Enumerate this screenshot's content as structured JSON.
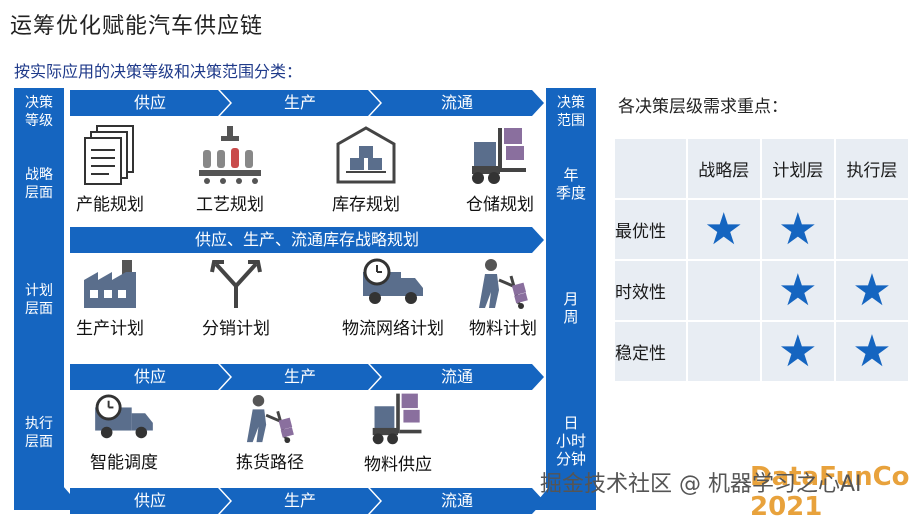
{
  "title": "运筹优化赋能汽车供应链",
  "subtitle": "按实际应用的决策等级和决策范围分类：",
  "left_column": {
    "header": [
      "决策",
      "等级"
    ],
    "levels": [
      [
        "战略",
        "层面"
      ],
      [
        "计划",
        "层面"
      ],
      [
        "执行",
        "层面"
      ]
    ]
  },
  "right_column": {
    "header": [
      "决策",
      "范围"
    ],
    "ranges": [
      [
        "年",
        "季度"
      ],
      [
        "月",
        "周"
      ],
      [
        "日",
        "小时",
        "分钟"
      ]
    ]
  },
  "flow_bar_1": [
    "供应",
    "生产",
    "流通"
  ],
  "strategic_items": [
    {
      "label": "产能规划",
      "icon": "documents-icon"
    },
    {
      "label": "工艺规划",
      "icon": "assembly-line-icon"
    },
    {
      "label": "库存规划",
      "icon": "warehouse-icon"
    },
    {
      "label": "仓储规划",
      "icon": "forklift-icon"
    }
  ],
  "strategic_bar": "供应、生产、流通库存战略规划",
  "planning_items": [
    {
      "label": "生产计划",
      "icon": "factory-icon"
    },
    {
      "label": "分销计划",
      "icon": "split-arrow-icon"
    },
    {
      "label": "物流网络计划",
      "icon": "delivery-truck-icon"
    },
    {
      "label": "物料计划",
      "icon": "hand-truck-worker-icon"
    }
  ],
  "flow_bar_2": [
    "供应",
    "生产",
    "流通"
  ],
  "execution_items": [
    {
      "label": "智能调度",
      "icon": "delivery-truck-icon"
    },
    {
      "label": "拣货路径",
      "icon": "hand-truck-worker-icon"
    },
    {
      "label": "物料供应",
      "icon": "forklift-icon"
    }
  ],
  "flow_bar_3": [
    "供应",
    "生产",
    "流通"
  ],
  "requirements": {
    "title": "各决策层级需求重点：",
    "columns": [
      "战略层",
      "计划层",
      "执行层"
    ],
    "rows": [
      {
        "name": "最优性",
        "marks": [
          true,
          true,
          false
        ]
      },
      {
        "name": "时效性",
        "marks": [
          false,
          true,
          true
        ]
      },
      {
        "name": "稳定性",
        "marks": [
          false,
          true,
          true
        ]
      }
    ],
    "mark_color": "#1565c0"
  },
  "watermark": "掘金技术社区 @ 机器学习之心AI",
  "watermark_logo": "DataFunCon 2021"
}
